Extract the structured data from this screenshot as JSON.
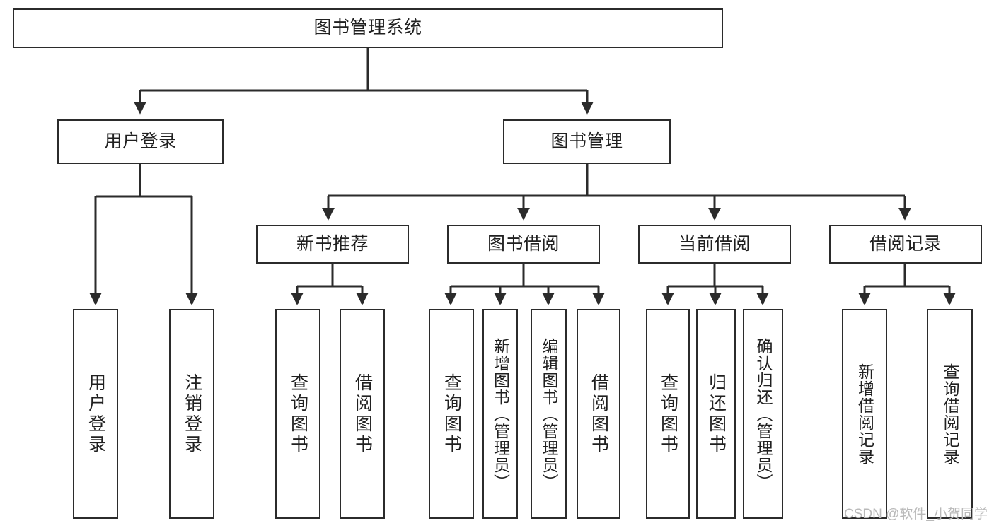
{
  "diagram": {
    "title": "图书管理系统",
    "type": "tree-hierarchy",
    "orientation": "top-down",
    "colors": {
      "box_border": "#2b2b2b",
      "box_fill": "#ffffff",
      "edge": "#2b2b2b",
      "text": "#202020",
      "background": "#ffffff",
      "watermark": "#b9b9b9"
    }
  },
  "root": {
    "label": "图书管理系统"
  },
  "level2": [
    {
      "label": "用户登录"
    },
    {
      "label": "图书管理"
    }
  ],
  "level3": [
    {
      "label": "新书推荐"
    },
    {
      "label": "图书借阅"
    },
    {
      "label": "当前借阅"
    },
    {
      "label": "借阅记录"
    }
  ],
  "leaves": {
    "user_login": [
      {
        "label": "用户登录"
      },
      {
        "label": "注销登录"
      }
    ],
    "new_book": [
      {
        "label": "查询图书"
      },
      {
        "label": "借阅图书"
      }
    ],
    "book_borrow": [
      {
        "label": "查询图书"
      },
      {
        "label": "新增图书（管理员）"
      },
      {
        "label": "编辑图书（管理员）"
      },
      {
        "label": "借阅图书"
      }
    ],
    "current_borrow": [
      {
        "label": "查询图书"
      },
      {
        "label": "归还图书"
      },
      {
        "label": "确认归还（管理员）"
      }
    ],
    "borrow_record": [
      {
        "label": "新增借阅记录"
      },
      {
        "label": "查询借阅记录"
      }
    ]
  },
  "watermark": {
    "text": "CSDN @软件_小贺同学"
  }
}
